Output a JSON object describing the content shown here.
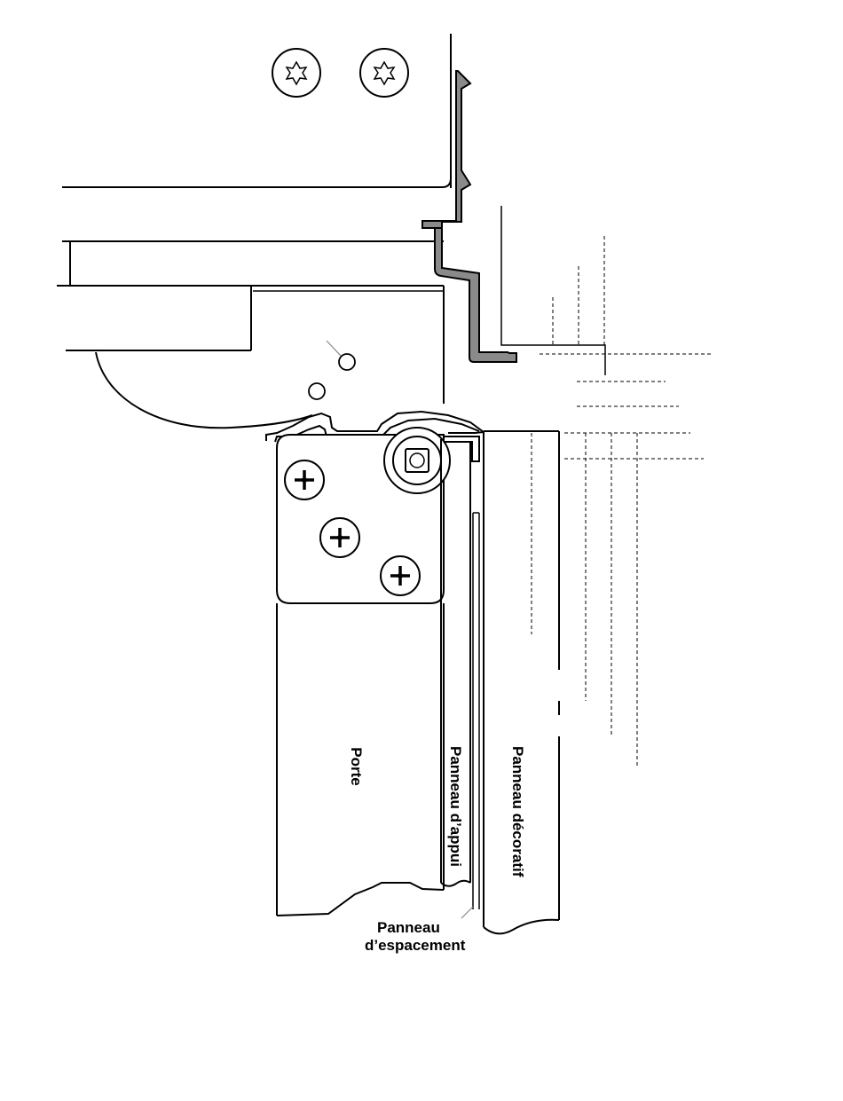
{
  "labels": {
    "door": "Porte",
    "backing_panel": "Panneau d’appui",
    "decorative_panel": "Panneau décoratif",
    "spacer_panel_line1": "Panneau",
    "spacer_panel_line2": "d’espacement"
  },
  "colors": {
    "line": "#000000",
    "bracket_fill": "#8a8a8a",
    "dashed": "#000000",
    "background": "#ffffff"
  }
}
